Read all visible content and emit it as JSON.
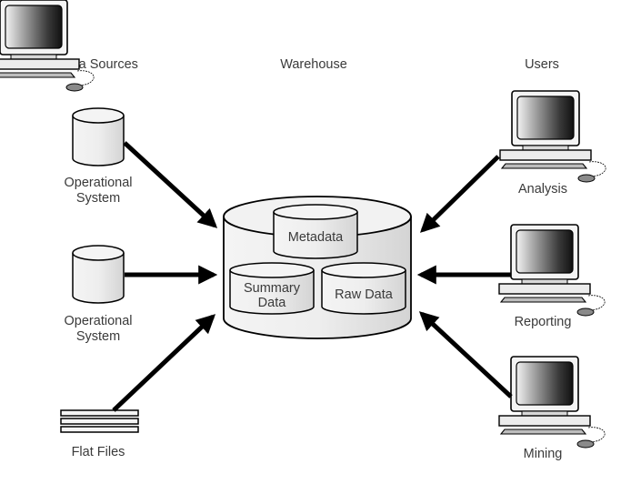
{
  "columns": {
    "sources": "Data Sources",
    "warehouse": "Warehouse",
    "users": "Users"
  },
  "sources": [
    {
      "type": "database",
      "label_line1": "Operational",
      "label_line2": "System"
    },
    {
      "type": "database",
      "label_line1": "Operational",
      "label_line2": "System"
    },
    {
      "type": "flat-files",
      "label_line1": "Flat Files"
    }
  ],
  "warehouse": {
    "stores": [
      "Metadata",
      "Summary",
      "Data",
      "Raw Data"
    ]
  },
  "users": [
    {
      "label": "Analysis"
    },
    {
      "label": "Reporting"
    },
    {
      "label": "Mining"
    }
  ],
  "colors": {
    "stroke": "#000000",
    "fill": "#f0f0f0",
    "text": "#3a3a3a"
  }
}
